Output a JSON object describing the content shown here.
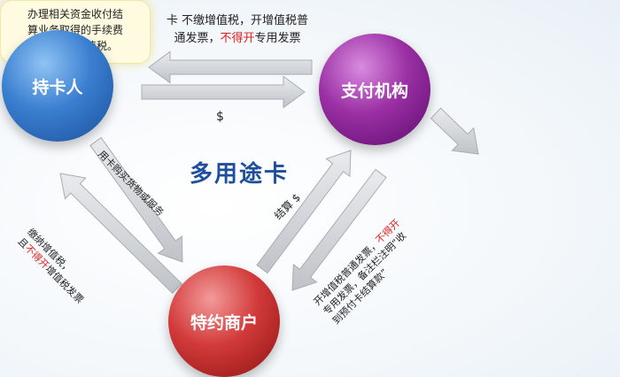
{
  "nodes": {
    "cardholder": "持卡人",
    "payment_institution": "支付机构",
    "merchant": "特约商户"
  },
  "center_title": "多用途卡",
  "top_note": {
    "line1": "卡 不缴增值税，开增值税普",
    "line2_a": "通发票，",
    "line2_red": "不得开",
    "line2_b": "专用发票"
  },
  "dollar_top": "$",
  "side_note": {
    "line1": "办理相关资金收付结",
    "line2": "算业务取得的手续费",
    "line3": "等，缴纳增值税。"
  },
  "label_buy": {
    "line1": "用卡购买货物或服务"
  },
  "label_tax": {
    "line1": "缴纳增值税，",
    "line2_a": "且",
    "line2_red": "不得开",
    "line2_b": "增值税发票"
  },
  "label_settle": "结算 $",
  "label_invoice": {
    "line1_a": "开增值税普通发票，",
    "line1_red": "不得开",
    "line2": "专用发票，备注栏注明“收",
    "line3": "到预付卡结算款”"
  },
  "colors": {
    "arrow_fill": "#cfd3d8",
    "arrow_stroke": "#a9adb3",
    "highlight_red": "#e01f1f",
    "title_blue": "#1f4f9c"
  }
}
